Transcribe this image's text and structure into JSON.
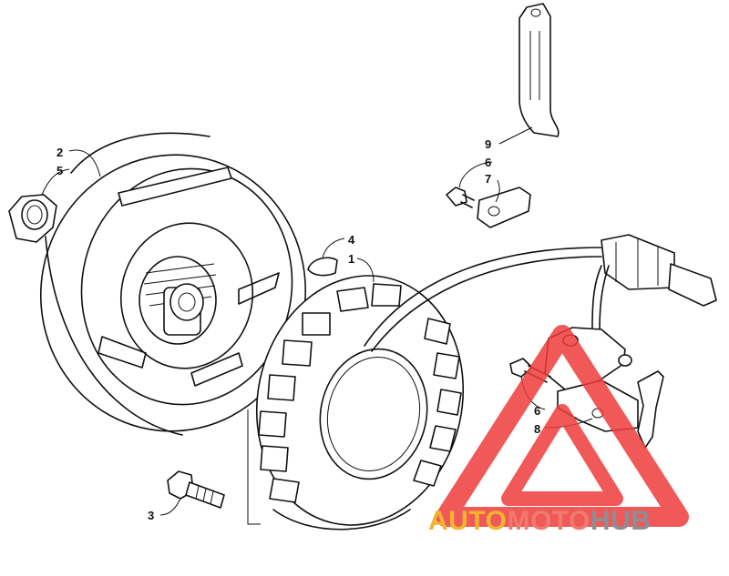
{
  "callouts": {
    "flywheel_top": "2",
    "flywheel_bottom": "5",
    "key": "4",
    "stator": "1",
    "bolt": "3",
    "clamp": "9",
    "screw_a": "6",
    "screw_b": "7",
    "pickup_a": "6",
    "pickup_b": "8"
  },
  "watermark": {
    "part1": "AUTO",
    "part2": "MOTO",
    "part3": "HUB",
    "color1": "#f2b431",
    "color2": "#f07a6e",
    "color3": "#8a8f96",
    "logo_color": "#ef3b3b"
  }
}
